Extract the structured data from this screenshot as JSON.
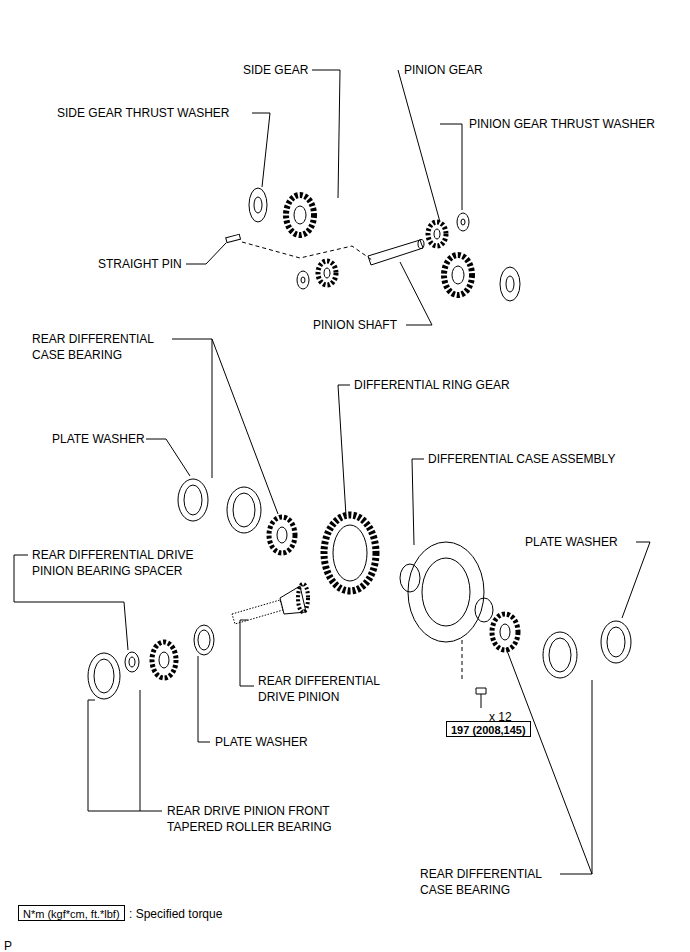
{
  "diagram": {
    "nodes": [
      {
        "text": [
          "197 (2008,145)"
        ]
      },
      {
        "text": [
          "N*m (kgf*cm, ft.*lbf)"
        ]
      }
    ],
    "labels": [
      "SIDE GEAR",
      "PINION GEAR",
      "SIDE GEAR THRUST WASHER",
      "PINION GEAR THRUST WASHER",
      "STRAIGHT PIN",
      "PINION SHAFT",
      "REAR DIFFERENTIAL CASE BEARING",
      "DIFFERENTIAL RING GEAR",
      "PLATE WASHER",
      "DIFFERENTIAL CASE ASSEMBLY",
      "REAR DIFFERENTIAL DRIVE PINION BEARING SPACER",
      "PLATE WASHER",
      "REAR DIFFERENTIAL DRIVE PINION",
      "x 12",
      "PLATE WASHER",
      "REAR DRIVE PINION FRONT TAPERED ROLLER BEARING",
      "REAR DIFFERENTIAL CASE BEARING",
      ": Specified torque",
      "P"
    ]
  }
}
